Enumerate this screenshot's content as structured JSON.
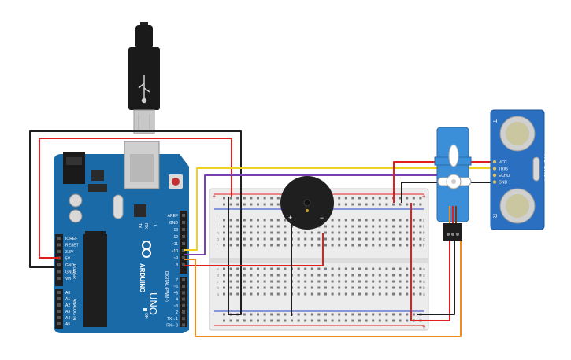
{
  "arduino": {
    "brand": "ARDUINO",
    "model": "UNO",
    "power_header_title": "POWER",
    "power_pins": [
      "IOREF",
      "RESET",
      "3.3V",
      "5V",
      "GND",
      "GND",
      "Vin"
    ],
    "analog_header_title": "ANALOG IN",
    "analog_pins": [
      "A0",
      "A1",
      "A2",
      "A3",
      "A4",
      "A5"
    ],
    "digital_header_title": "DIGITAL (PWM~)",
    "top_pins": [
      "AREF",
      "GND",
      "13",
      "12",
      "~11",
      "~10",
      "~9",
      "8"
    ],
    "bottom_pins": [
      "7",
      "~6",
      "~5",
      "4",
      "~3",
      "2",
      "TX→1",
      "RX←0"
    ],
    "led_labels": [
      "TX",
      "RX",
      "L"
    ],
    "on_label": "ON"
  },
  "breadboard": {
    "row_letters_top": [
      "j",
      "i",
      "h",
      "g",
      "f"
    ],
    "row_letters_bottom": [
      "e",
      "d",
      "c",
      "b",
      "a"
    ],
    "rail_plus": "+",
    "rail_minus": "-",
    "columns": 30
  },
  "buzzer": {
    "plus": "+",
    "minus": "−"
  },
  "sensor": {
    "model": "HC-SR04",
    "pins": [
      "VCC",
      "TRIG",
      "ECHO",
      "GND"
    ],
    "t_mark": "T",
    "r_mark": "R"
  },
  "colors": {
    "wire_red": "#e02020",
    "wire_black": "#1e1e1e",
    "wire_yellow": "#f0d020",
    "wire_purple": "#7a3fb0",
    "wire_orange": "#f08c1e",
    "arduino_blue": "#1b6aa8",
    "sensor_blue": "#2a6fc0",
    "servo_blue": "#3b8ed8"
  }
}
